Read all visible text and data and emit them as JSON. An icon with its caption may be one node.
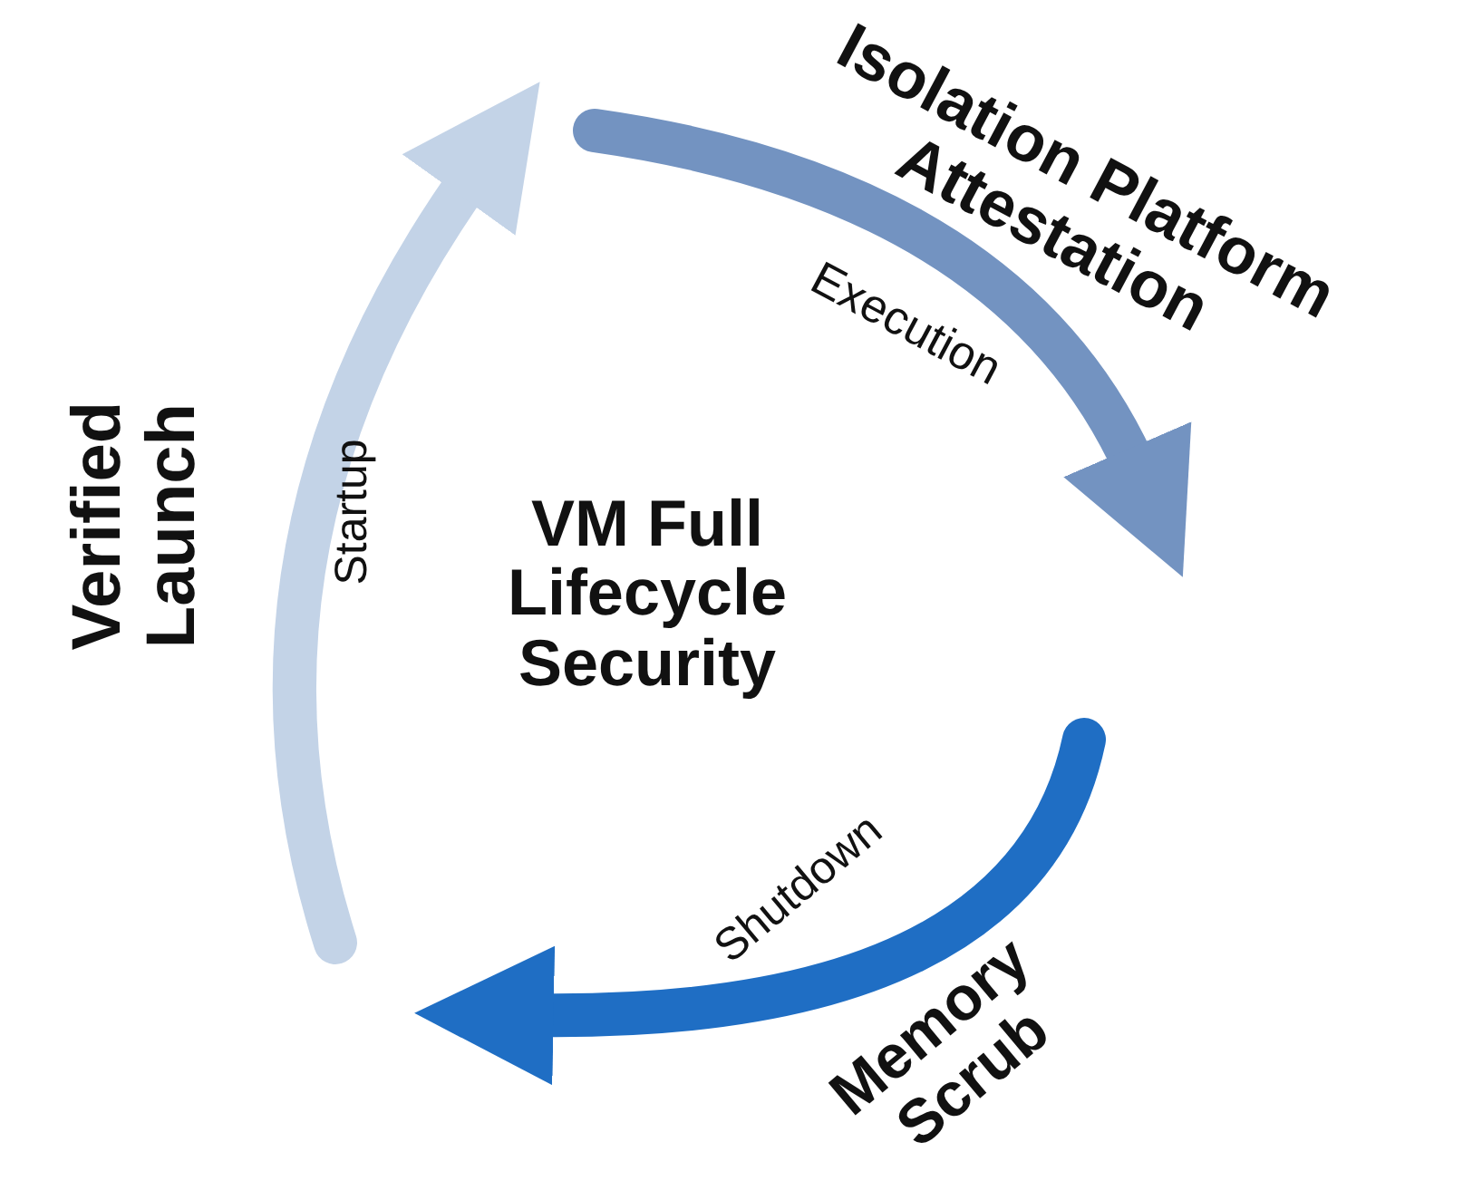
{
  "diagram": {
    "labels": [
      "Isolation Platform Attestation",
      "Execution",
      "Verified Launch",
      "Startup",
      "VM Full Lifecycle Security",
      "Shutdown",
      "Memory Scrub"
    ]
  }
}
